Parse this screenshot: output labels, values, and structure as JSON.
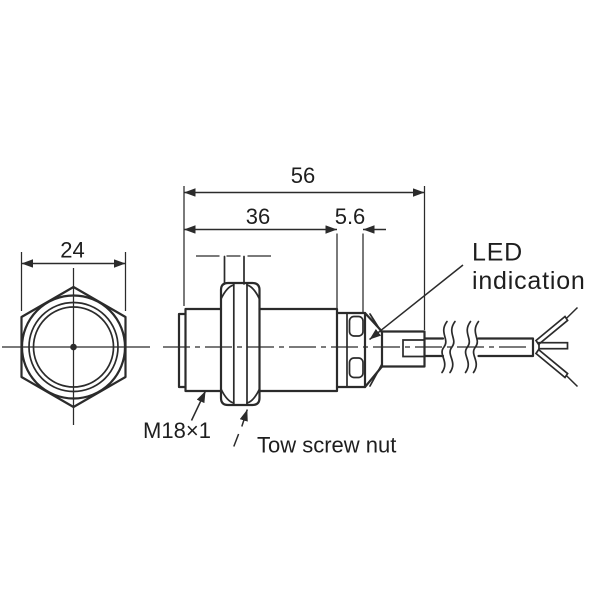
{
  "dimensions": {
    "overall_length": "56",
    "barrel_length": "36",
    "led_ring_width": "5.6",
    "hex_width_across_flats": "24"
  },
  "labels": {
    "led_line1": "LED",
    "led_line2": "indication",
    "thread_spec": "M18×1",
    "nut": "Tow screw nut"
  },
  "colors": {
    "line": "#2b2b2b",
    "text": "#1e1e1e",
    "background": "#ffffff"
  }
}
